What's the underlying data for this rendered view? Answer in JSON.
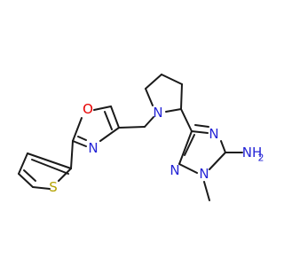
{
  "molecule": {
    "atoms": {
      "S": "S",
      "O": "O",
      "N_oxazole": "N",
      "N_pyrrolidine": "N",
      "N_triazole_top": "N",
      "N_triazole_left": "N",
      "N_triazole_methyl": "N",
      "NH2": "NH",
      "NH2_sub": "2"
    },
    "colors": {
      "bond": "#1a1a1a",
      "S": "#b3a200",
      "O": "#e60000",
      "N": "#2424d6"
    }
  }
}
